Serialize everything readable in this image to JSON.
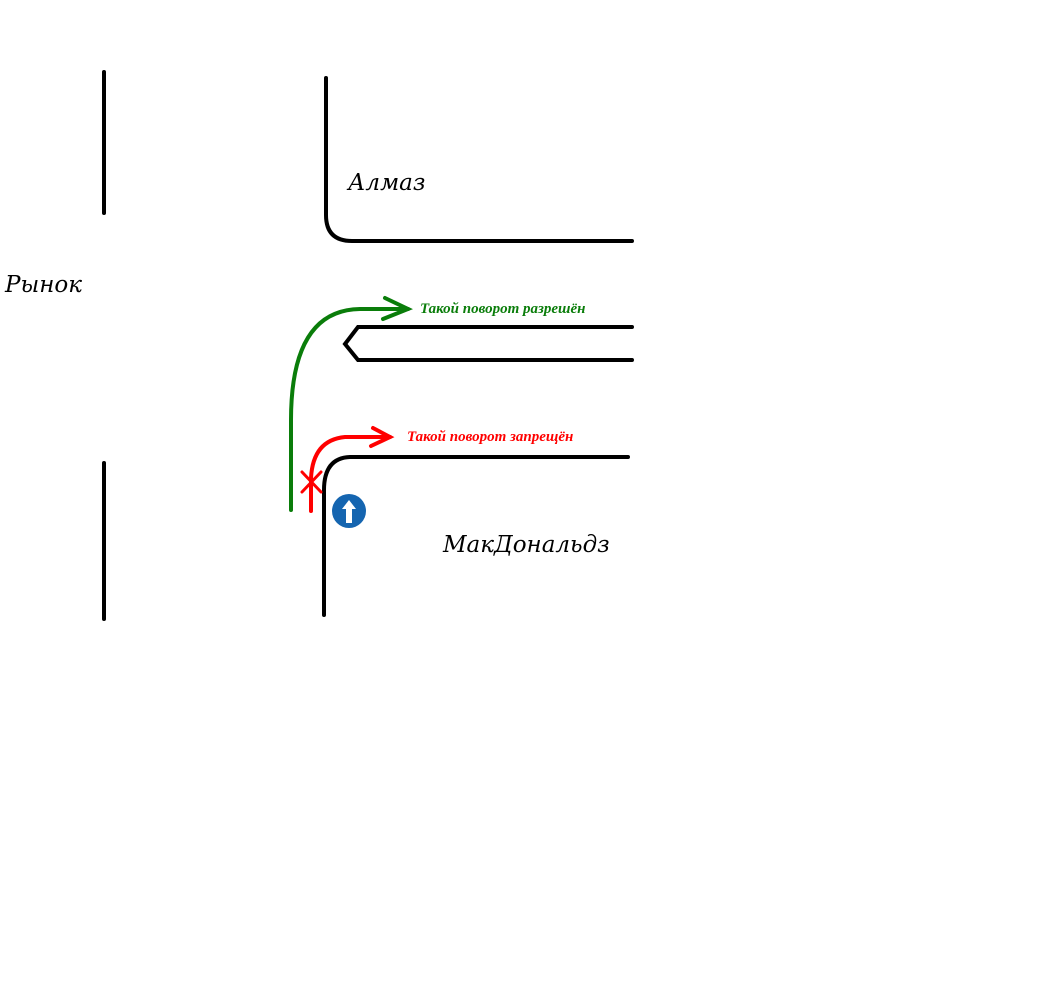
{
  "places": {
    "market": "Рынок",
    "almaz": "Алмаз",
    "mcdonalds": "МакДональдз"
  },
  "notes": {
    "allowed": "Такой поворот разрешён",
    "forbidden": "Такой поворот запрещён"
  },
  "colors": {
    "road": "#000000",
    "allowed": "#0a7d0a",
    "forbidden": "#ff0000",
    "sign": "#1565b0"
  },
  "icons": {
    "sign": "straight-only-sign-icon",
    "cross": "x-mark-icon"
  }
}
